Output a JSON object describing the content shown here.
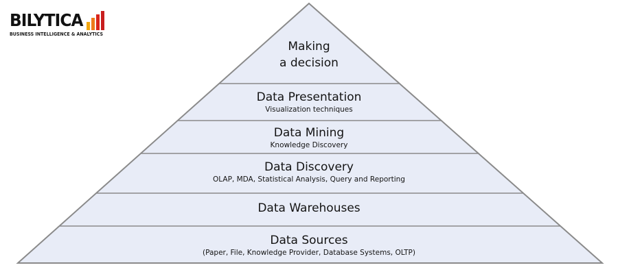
{
  "logo": {
    "wordmark": "BILYTICA",
    "tagline": "BUSINESS INTELLIGENCE & ANALYTICS",
    "bar_colors": [
      "#f2a60f",
      "#ee7a1c",
      "#d9261c",
      "#c81f1f"
    ]
  },
  "pyramid": {
    "fill_color": "#e8ecf7",
    "stroke_color": "#8a8a8a",
    "levels": [
      {
        "title_line1": "Making",
        "title_line2": "a decision"
      },
      {
        "title": "Data Presentation",
        "subtitle": "Visualization techniques"
      },
      {
        "title": "Data Mining",
        "subtitle": "Knowledge  Discovery"
      },
      {
        "title": "Data Discovery",
        "subtitle": "OLAP, MDA, Statistical Analysis, Query and Reporting"
      },
      {
        "title": "Data Warehouses"
      },
      {
        "title": "Data Sources",
        "subtitle": "(Paper, File, Knowledge Provider, Database Systems, OLTP)"
      }
    ]
  }
}
